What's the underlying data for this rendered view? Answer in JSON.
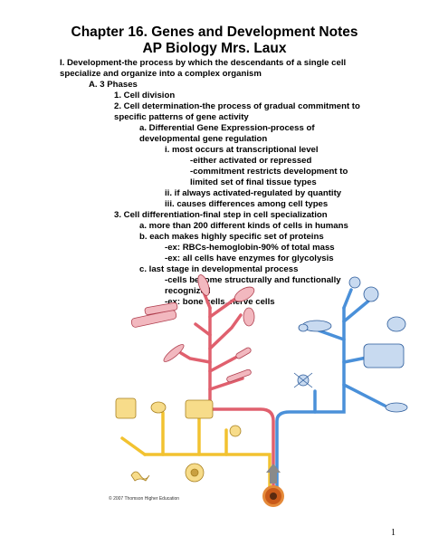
{
  "title_line1": "Chapter 16. Genes and Development Notes",
  "title_line2": "AP Biology  Mrs. Laux",
  "lines": [
    "I. Development-the process by which the descendants of a single cell",
    "specialize and organize into a complex organism",
    "A. 3 Phases",
    "1. Cell division",
    "2. Cell determination-the process of gradual commitment to",
    "specific patterns of gene activity",
    "a. Differential Gene Expression-process of",
    "developmental gene regulation",
    "i. most occurs at transcriptional level",
    "-either activated or repressed",
    "-commitment restricts development to",
    "limited set of final tissue types",
    "ii. if always activated-regulated by quantity",
    "iii. causes differences among cell types",
    "3. Cell differentiation-final step in cell specialization",
    "a. more than 200 different kinds of cells in humans",
    "b. each makes highly specific set of proteins",
    "-ex: RBCs-hemoglobin-90% of total mass",
    "-ex: all cells have enzymes for glycolysis",
    "c. last stage in developmental process",
    "-cells become structurally and functionally",
    "recognized",
    "-ex: bone cells, nerve cells"
  ],
  "figure": {
    "credit": "© 2007 Thomson Higher Education",
    "colors": {
      "red_lineage": "#e0606e",
      "blue_lineage": "#4a90d9",
      "yellow_lineage": "#f2c230",
      "arrow": "#8a8a8a"
    }
  },
  "page_number": "1"
}
